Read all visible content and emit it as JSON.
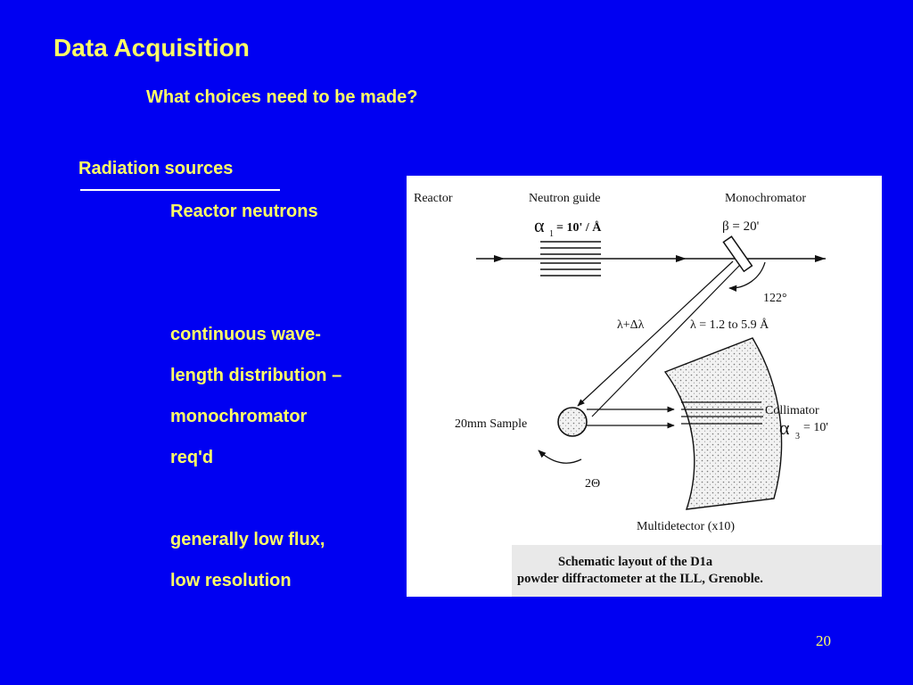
{
  "slide": {
    "title": "Data Acquisition",
    "subtitle": "What choices need to be made?",
    "section_heading": "Radiation sources",
    "item_heading": "Reactor neutrons",
    "description_lines": [
      "continuous wave-",
      "length distribution –",
      "monochromator",
      "req'd"
    ],
    "note_lines": [
      "generally low flux,",
      "low resolution"
    ],
    "page_number": "20",
    "colors": {
      "background": "#0000f2",
      "text": "#ffff66",
      "rule": "#ffffff"
    }
  },
  "figure": {
    "labels": {
      "reactor": "Reactor",
      "neutron_guide": "Neutron guide",
      "monochromator": "Monochromator",
      "alpha1_symbol": "α",
      "alpha1_subscript": "1",
      "alpha1_value": "= 10' / Å",
      "beta": "β = 20'",
      "angle_122": "122°",
      "lambda_spread": "λ+Δλ",
      "lambda_range": "λ = 1.2 to 5.9 Å",
      "sample": "20mm Sample",
      "collimator": "Collimator",
      "alpha3_symbol": "α",
      "alpha3_subscript": "3",
      "alpha3_value": "= 10'",
      "two_theta": "2Θ",
      "multidetector": "Multidetector (x10)"
    },
    "caption_lines": [
      "Schematic layout of the D1a",
      "powder diffractometer at the ILL, Grenoble."
    ]
  }
}
